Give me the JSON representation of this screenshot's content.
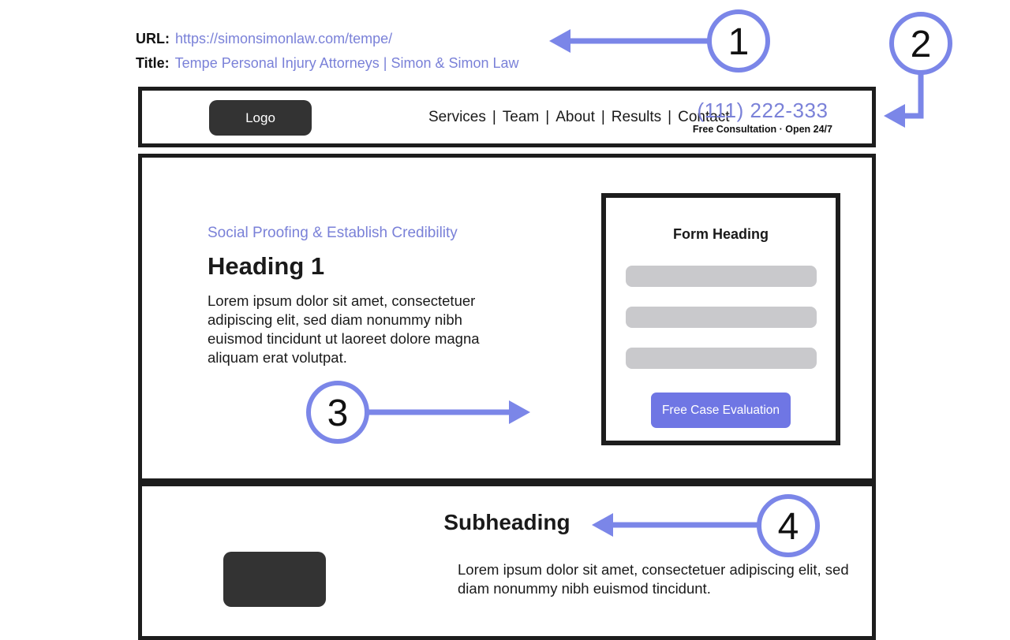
{
  "meta": {
    "url_label": "URL:",
    "url_value": "https://simonsimonlaw.com/tempe/",
    "title_label": "Title:",
    "title_value": "Tempe Personal Injury Attorneys | Simon & Simon Law"
  },
  "header": {
    "logo_label": "Logo",
    "nav": {
      "separator": "|",
      "items": [
        "Services",
        "Team",
        "About",
        "Results",
        "Contact"
      ]
    },
    "phone": "(111) 222-333",
    "phone_sub": "Free Consultation · Open 24/7"
  },
  "hero": {
    "eyebrow": "Social Proofing & Establish Credibility",
    "heading": "Heading 1",
    "body": "Lorem ipsum dolor sit amet, consectetuer adipiscing elit, sed diam nonummy nibh euismod tincidunt ut laoreet dolore magna aliquam erat volutpat."
  },
  "form": {
    "heading": "Form Heading",
    "button_label": "Free Case Evaluation",
    "field_count": 3
  },
  "section2": {
    "subheading": "Subheading",
    "body": "Lorem ipsum dolor sit amet, consectetuer adipiscing elit, sed diam nonummy nibh euismod tincidunt."
  },
  "annotations": {
    "markers": [
      "1",
      "2",
      "3",
      "4"
    ]
  },
  "colors": {
    "accent_text": "#7a81d8",
    "annotation": "#7b86e8",
    "button": "#6f76e4",
    "field_gray": "#c9c9cc",
    "dark_box": "#333333",
    "wireframe_border": "#1d1d1d"
  }
}
